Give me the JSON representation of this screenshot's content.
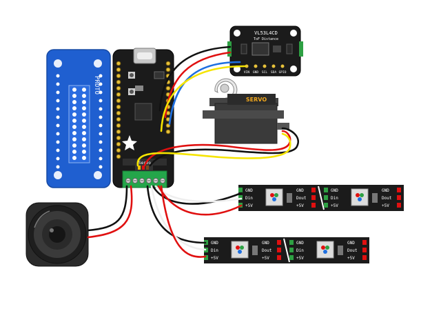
{
  "colors": {
    "pcb_blue": "#1f5fd0",
    "pcb_black": "#1b1b1b",
    "wire_red": "#e01010",
    "wire_black": "#111111",
    "wire_yellow": "#f5e400",
    "wire_blue": "#1e6fe0",
    "wire_white": "#eeeeee",
    "wire_green": "#1ea030",
    "terminal_green": "#24a64a",
    "servo_accent": "#f2a81d"
  },
  "sensor": {
    "title": "VL53L4CD",
    "subtitle": "ToF Distance",
    "pins": [
      "VIN",
      "GND",
      "SCL",
      "SDA",
      "GPIO"
    ]
  },
  "servo": {
    "label": "SERVO"
  },
  "feather": {
    "terminal_label": "Servo"
  },
  "proto_board": {
    "label": "PROTO"
  },
  "strip_top": {
    "left_segment": {
      "in_pins": [
        "GND",
        "Din",
        "+5V"
      ],
      "out_pins": [
        "GND",
        "Dout",
        "+5V"
      ]
    },
    "right_segment": {
      "in_pins": [
        "GND",
        "Din",
        "+5V"
      ],
      "out_pins": [
        "GND",
        "Dout",
        "+5V"
      ]
    }
  },
  "strip_bottom": {
    "left_segment": {
      "in_pins": [
        "GND",
        "Din",
        "+5V"
      ],
      "out_pins": [
        "GND",
        "Dout",
        "+5V"
      ]
    },
    "right_segment": {
      "in_pins": [
        "GND",
        "Din",
        "+5V"
      ],
      "out_pins": [
        "GND",
        "Dout",
        "+5V"
      ]
    }
  }
}
